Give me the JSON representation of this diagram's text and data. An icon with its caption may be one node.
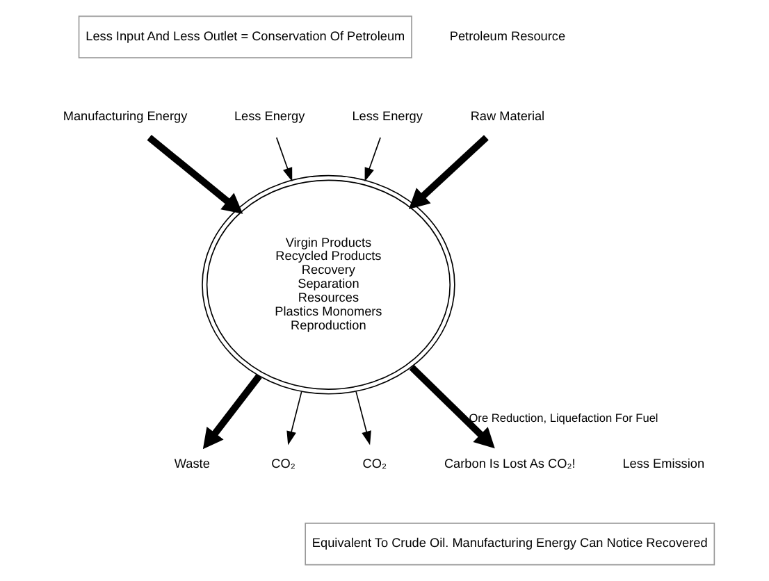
{
  "diagram": {
    "nodes": [
      {
        "text": [
          "Less Input And Less Outlet = Conservation Of Petroleum"
        ]
      },
      {
        "text": [
          "Raw Material"
        ]
      },
      {
        "text": [
          "Manufacturing Energy"
        ]
      },
      {
        "text": [
          "Virgin Products",
          "Recycled Products",
          "Recovery",
          "Separation",
          "Resources",
          "Plastics Monomers",
          "Reproduction"
        ]
      },
      {
        "text": [
          "Waste"
        ]
      },
      {
        "text": [
          "Less Energy"
        ]
      },
      {
        "text": [
          "CO₂"
        ]
      },
      {
        "text": [
          "CO₂"
        ]
      },
      {
        "text": [
          "Less Energy"
        ]
      },
      {
        "text": [
          "Carbon Is Lost As CO₂!"
        ]
      },
      {
        "text": [
          "Equivalent To Crude Oil. Manufacturing Energy Can Notice Recovered"
        ]
      }
    ],
    "edges": [
      {
        "from": 1,
        "to": 3,
        "arrow": "to",
        "style": "thick"
      },
      {
        "from": 2,
        "to": 3,
        "arrow": "to",
        "style": "thick"
      },
      {
        "from": 3,
        "to": 4,
        "arrow": "to",
        "style": "thick"
      },
      {
        "from": 5,
        "to": 3,
        "arrow": "to"
      },
      {
        "from": 3,
        "to": 6,
        "arrow": "to"
      },
      {
        "from": 3,
        "to": 7,
        "arrow": "to"
      },
      {
        "from": 8,
        "to": 3,
        "arrow": "to"
      },
      {
        "from": 3,
        "to": 9,
        "arrow": "to",
        "label": "Ore Reduction, Liquefaction For Fuel",
        "style": "thick"
      }
    ],
    "labels": [
      "Petroleum Resource",
      "Less Emission"
    ]
  }
}
